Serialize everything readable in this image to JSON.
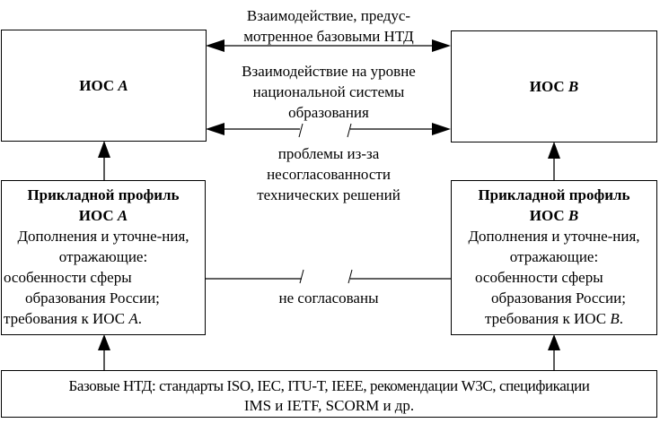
{
  "ios_a": {
    "title": "ИОС ",
    "letter": "A"
  },
  "ios_b": {
    "title": "ИОС ",
    "letter": "B"
  },
  "profile_a": {
    "title": "Прикладной профиль",
    "subtitle": "ИОС ",
    "letter": "A",
    "line1": "Дополнения и уточне-ния,",
    "line2": "отражающие:",
    "line3": "особенности сферы",
    "line4": "образования России;",
    "line5": "требования к ИОС ",
    "line5_letter": "A",
    "line5_end": "."
  },
  "profile_b": {
    "title": "Прикладной профиль",
    "subtitle": "ИОС ",
    "letter": "B",
    "line1": "Дополнения и уточне-ния,",
    "line2": "отражающие:",
    "line3": "особенности сферы",
    "line4": "образования России;",
    "line5": "требования к ИОС ",
    "line5_letter": "B",
    "line5_end": "."
  },
  "labels": {
    "top_1": "Взаимодействие, предус-",
    "top_2": "мотренное базовыми НТД",
    "mid_1": "Взаимодействие на уровне",
    "mid_2": "национальной системы",
    "mid_3": "образования",
    "prob_1": "проблемы из-за",
    "prob_2": "несогласованности",
    "prob_3": "технических решений",
    "not_agreed": "не согласованы"
  },
  "base": {
    "line1": "Базовые НТД: стандарты ISO, IEC, ITU-T, IEEE, рекомендации W3C, спецификации",
    "line2": "IMS и IETF, SCORM и др."
  }
}
